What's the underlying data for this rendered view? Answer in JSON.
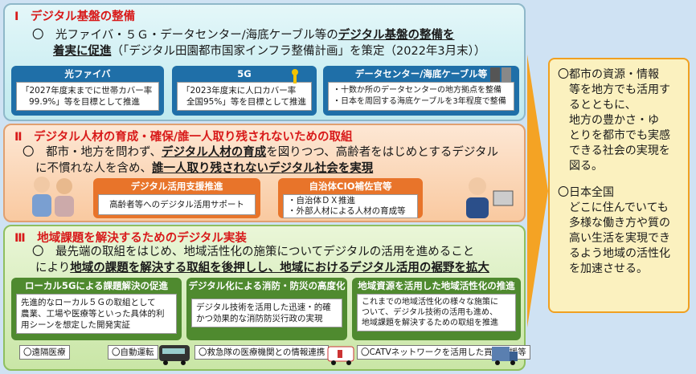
{
  "section1": {
    "title": "Ⅰ　デジタル基盤の整備",
    "lead_a": "〇　光ファイバ・５Ｇ・データセンター/海底ケーブル等の",
    "lead_b": "デジタル基盤の整備を",
    "lead_c": "着実に促進",
    "lead_d": "（「デジタル田園都市国家インフラ整備計画」を策定（2022年3月末））",
    "boxes": [
      {
        "title": "光ファイバ",
        "lines": [
          "「2027年度末までに世帯カバー率",
          "99.9%」等を目標として推進"
        ]
      },
      {
        "title": "5G",
        "lines": [
          "「2023年度末に人口カバー率",
          "全国95%」等を目標として推進"
        ]
      },
      {
        "title": "データセンター/海底ケーブル等",
        "lines": [
          "・十数か所のデータセンターの地方拠点を整備",
          "・日本を周回する海底ケーブルを3年程度で整備"
        ]
      }
    ]
  },
  "section2": {
    "title": "Ⅱ　デジタル人材の育成・確保/誰一人取り残されないための取組",
    "lead_a": "〇　都市・地方を問わず、",
    "lead_b": "デジタル人材の育成",
    "lead_c": "を図りつつ、高齢者をはじめとするデジタル",
    "lead_d": "に不慣れな人を含め、",
    "lead_e": "誰一人取り残されないデジタル社会を実現",
    "boxes": [
      {
        "title": "デジタル活用支援推進",
        "lines": [
          "高齢者等へのデジタル活用サポート"
        ]
      },
      {
        "title": "自治体CIO補佐官等",
        "lines": [
          "・自治体ＤＸ推進",
          "・外部人材による人材の育成等"
        ]
      }
    ]
  },
  "section3": {
    "title": "Ⅲ　地域課題を解決するためのデジタル実装",
    "lead_a": "〇　最先端の取組をはじめ、地域活性化の施策についてデジタルの活用を進めること",
    "lead_b": "により",
    "lead_c": "地域の課題を解決する取組を後押しし、地域におけるデジタル活用の裾野を拡大",
    "boxes": [
      {
        "title": "ローカル5Gによる課題解決の促進",
        "lines": [
          "先進的なローカル５Ｇの取組として",
          "農業、工場や医療等といった具体的利",
          "用シーンを想定した開発実証"
        ]
      },
      {
        "title": "デジタル化による消防・防災の高度化",
        "lines": [
          "デジタル技術を活用した迅速・的確",
          "かつ効果的な消防防災行政の実現"
        ]
      },
      {
        "title": "地域資源を活用した地域活性化の推進",
        "lines": [
          "これまでの地域活性化の様々な施策に",
          "ついて、デジタル技術の活用も進め、",
          "地域課題を解決するための取組を推進"
        ]
      }
    ],
    "tags": [
      "〇遠隔医療",
      "〇自動運転",
      "〇救急隊の医療機関との情報連携",
      "〇CATVネットワークを活用した買物支援等"
    ]
  },
  "outcome": {
    "p1": [
      "〇都市の資源・情報",
      "　等を地方でも活用す",
      "　るとともに、",
      "　地方の豊かさ・ゆ",
      "　とりを都市でも実感",
      "　できる社会の実現を",
      "　図る。"
    ],
    "p2": [
      "〇日本全国",
      "　どこに住んでいても",
      "　多様な働き方や質の",
      "　高い生活を実現でき",
      "　るよう地域の活性化",
      "　を加速させる。"
    ]
  }
}
